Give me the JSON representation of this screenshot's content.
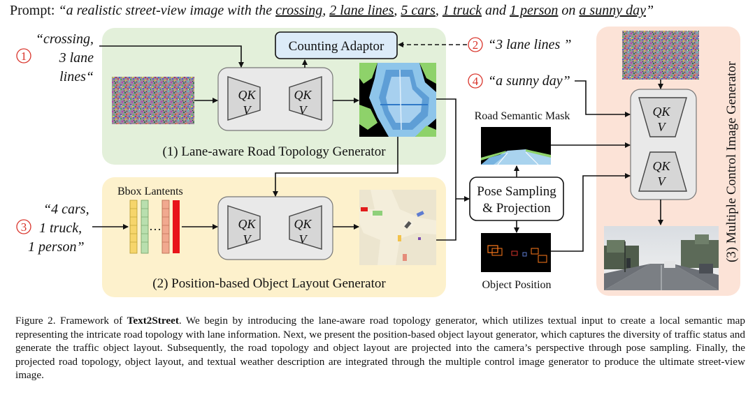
{
  "prompt": {
    "label": "Prompt:",
    "quote_open": "“a realistic street-view image with the ",
    "u_crossing": "crossing",
    "sep1": ", ",
    "u_lanes": "2 lane lines",
    "sep2": ", ",
    "u_cars": "5 cars",
    "sep3": ", ",
    "u_truck": "1 truck",
    "and": " and ",
    "u_person": "1 person",
    "on": " on ",
    "u_day": "a sunny day",
    "quote_close": "”"
  },
  "steps": {
    "n1": "1",
    "n2": "2",
    "n3": "3",
    "n4": "4",
    "t1_lines": [
      "“crossing,",
      "3 lane",
      "lines“"
    ],
    "t2": "“3 lane lines ”",
    "t3_lines": [
      "“4 cars,",
      "1 truck,",
      "1 person”"
    ],
    "t4": "“a sunny day”"
  },
  "modules": {
    "counting_adaptor": "Counting Adaptor",
    "road_topology": "(1) Lane-aware Road Topology Generator",
    "object_layout": "(2) Position-based Object Layout Generator",
    "image_generator": "(3) Multiple Control Image Generator",
    "bbox_latents": "Bbox Lantents",
    "dots": "…",
    "qk": "QK",
    "v": "V",
    "pose_line1": "Pose Sampling",
    "pose_line2": "& Projection",
    "road_mask": "Road Semantic Mask",
    "object_position": "Object Position"
  },
  "colors": {
    "green_panel": "#e3f0da",
    "yellow_panel": "#fdf1cc",
    "orange_panel": "#fce3d7",
    "step_red": "#d9342b",
    "adaptor_fill": "#dcebf8",
    "block_gray": "#e9e9e9"
  },
  "caption": {
    "prefix": "Figure 2.  Framework of ",
    "bold": "Text2Street",
    "body": ". We begin by introducing the lane-aware road topology generator, which utilizes textual input to create a local semantic map representing the intricate road topology with lane information. Next, we present the position-based object layout generator, which captures the diversity of traffic status and generate the traffic object layout. Subsequently, the road topology and object layout are projected into the camera’s perspective through pose sampling. Finally, the projected road topology, object layout, and textual weather description are integrated through the multiple control image generator to produce the ultimate street-view image."
  }
}
